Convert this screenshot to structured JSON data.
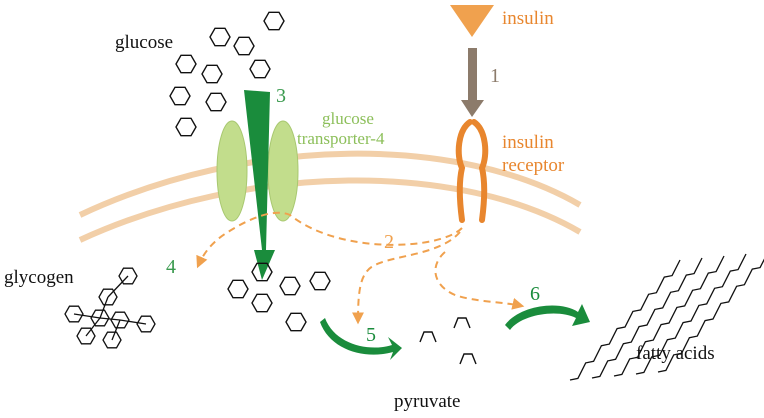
{
  "labels": {
    "glucose": "glucose",
    "insulin": "insulin",
    "insulin_receptor_line1": "insulin",
    "insulin_receptor_line2": "receptor",
    "transporter_line1": "glucose",
    "transporter_line2": "transporter-4",
    "glycogen": "glycogen",
    "pyruvate": "pyruvate",
    "fatty_acids": "fatty acids"
  },
  "steps": {
    "s1": "1",
    "s2": "2",
    "s3": "3",
    "s4": "4",
    "s5": "5",
    "s6": "6"
  },
  "colors": {
    "membrane": "#f2cfa8",
    "transporter": "#c2dd8c",
    "green_arrow": "#1a8c3c",
    "insulin": "#f0a14e",
    "receptor": "#e8862e",
    "signal_arrow": "#8c7b6b",
    "dashed": "#f0a14e",
    "green_text": "#3a9a4e",
    "light_green_text": "#8cbf5a",
    "orange_text": "#e8862e"
  }
}
